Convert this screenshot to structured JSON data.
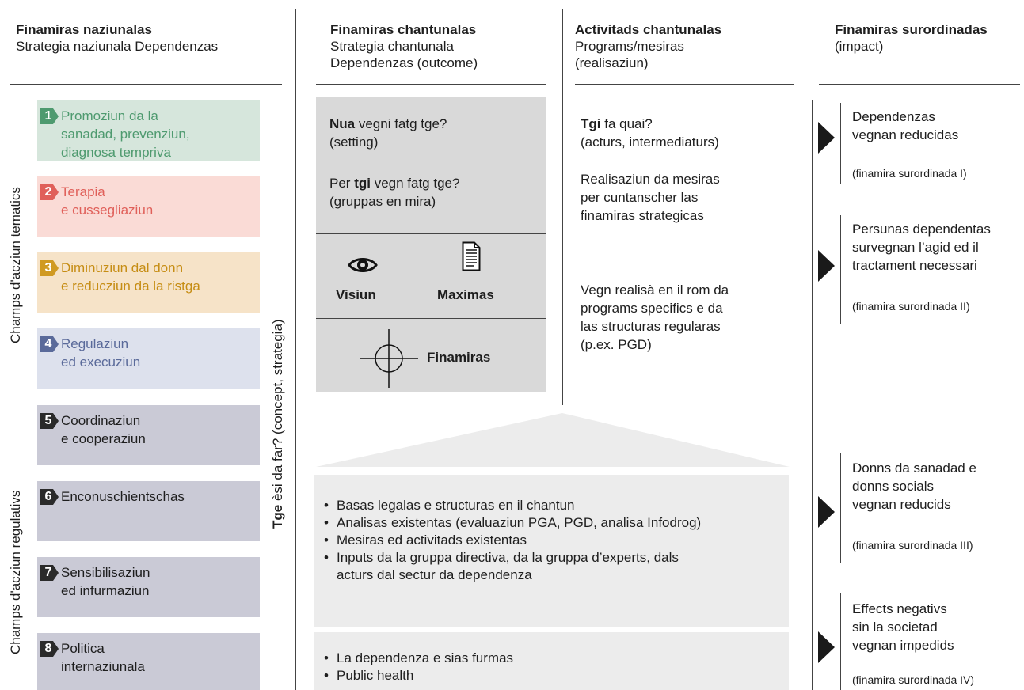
{
  "headers": {
    "national": {
      "title": "Finamiras naziunalas",
      "sub": "Strategia naziunala Dependenzas"
    },
    "cantonal_goals": {
      "title": "Finamiras chantunalas",
      "sub1": "Strategia chantunala",
      "sub2": "Dependenzas (outcome)"
    },
    "cantonal_activities": {
      "title": "Activitads chantunalas",
      "sub1": "Programs/mesiras",
      "sub2": "(realisaziun)"
    },
    "superordinate": {
      "title": "Finamiras surordinadas",
      "sub": "(impact)"
    }
  },
  "side_labels": {
    "thematic": "Champs d'acziun tematics",
    "regulative": "Champs d'acziun regulativs",
    "concept_bold": "Tge",
    "concept_rest": " èsi da far? (concept, strategia)"
  },
  "fields": [
    {
      "num": "1",
      "line1": "Promoziun da la",
      "line2": "sanadad, prevenziun,",
      "line3": "diagnosa tempriva",
      "bg": "#d6e6dc",
      "color": "#4e9a6f",
      "badge": "#4e9a6f"
    },
    {
      "num": "2",
      "line1": "Terapia",
      "line2": "e cussegliaziun",
      "line3": "",
      "bg": "#fadbd6",
      "color": "#e0605a",
      "badge": "#e0605a"
    },
    {
      "num": "3",
      "line1": "Diminuziun dal donn",
      "line2": "e reducziun da la ristga",
      "line3": "",
      "bg": "#f6e3c8",
      "color": "#c68d14",
      "badge": "#d09a22"
    },
    {
      "num": "4",
      "line1": "Regulaziun",
      "line2": "ed execuziun",
      "line3": "",
      "bg": "#dde1ed",
      "color": "#5a6a9a",
      "badge": "#5a6a9a"
    },
    {
      "num": "5",
      "line1": "Coordinaziun",
      "line2": "e cooperaziun",
      "line3": "",
      "bg": "#cacad6",
      "color": "#1e1e1e",
      "badge": "#2a2a2a"
    },
    {
      "num": "6",
      "line1": "Enconuschientschas",
      "line2": "",
      "line3": "",
      "bg": "#cacad6",
      "color": "#1e1e1e",
      "badge": "#2a2a2a"
    },
    {
      "num": "7",
      "line1": "Sensibilisaziun",
      "line2": "ed infurmaziun",
      "line3": "",
      "bg": "#cacad6",
      "color": "#1e1e1e",
      "badge": "#2a2a2a"
    },
    {
      "num": "8",
      "line1": "Politica",
      "line2": "internaziunala",
      "line3": "",
      "bg": "#cacad6",
      "color": "#1e1e1e",
      "badge": "#2a2a2a"
    }
  ],
  "cantonal_box": {
    "where_bold": "Nua",
    "where_rest": " vegni fatg tge?",
    "where_sub": "(setting)",
    "who_pre": "Per ",
    "who_bold": "tgi",
    "who_rest": " vegn fatg tge?",
    "who_sub": "(gruppas en mira)",
    "vision": "Visiun",
    "maxims": "Maximas",
    "goals": "Finamiras"
  },
  "activities": {
    "who_bold": "Tgi",
    "who_rest": " fa quai?",
    "who_sub": "(acturs, intermediaturs)",
    "impl1": "Realisaziun da mesiras",
    "impl2": "per cuntanscher las",
    "impl3": "finamiras strategicas",
    "prog1": "Vegn realisà en il rom da",
    "prog2": "programs specifics e da",
    "prog3": "las structuras regularas",
    "prog4": "(p.ex. PGD)"
  },
  "basis_bullets": [
    "Basas legalas e structuras en il chantun",
    "Analisas existentas (evaluaziun PGA, PGD, analisa Infodrog)",
    "Mesiras ed activitads existentas",
    "Inputs da la gruppa directiva, da la gruppa d’experts, dals",
    "acturs dal sectur da dependenza"
  ],
  "context_bullets": [
    "La dependenza e sias furmas",
    "Public health"
  ],
  "impacts": [
    {
      "line1": "Dependenzas",
      "line2": "vegnan reducidas",
      "line3": "",
      "sub": "(finamira surordinada I)"
    },
    {
      "line1": "Persunas dependentas",
      "line2": "survegnan l’agid ed il",
      "line3": "tractament necessari",
      "sub": "(finamira surordinada II)"
    },
    {
      "line1": "Donns da sanadad e",
      "line2": "donns socials",
      "line3": "vegnan reducids",
      "sub": "(finamira surordinada III)"
    },
    {
      "line1": "Effects negativs",
      "line2": "sin la societad",
      "line3": "vegnan impedids",
      "sub": "(finamira surordinada IV)"
    }
  ],
  "colors": {
    "gray_box": "#d9d9d9",
    "light_box": "#ececec",
    "line": "#444444"
  }
}
